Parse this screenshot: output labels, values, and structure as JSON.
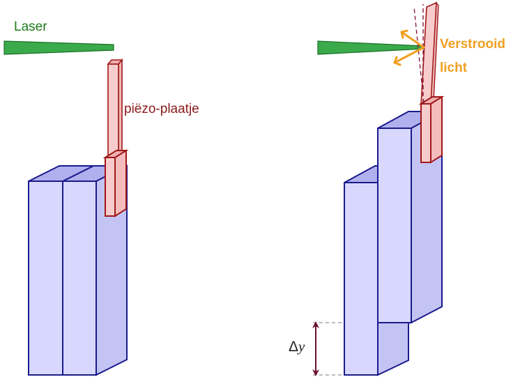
{
  "labels": {
    "laser": "Laser",
    "piezo": "piëzo-plaatje",
    "scattered_line1": "Verstrooid",
    "scattered_line2": "licht",
    "delta_prefix": "Δ",
    "delta_var": "y"
  },
  "colors": {
    "laser_fill": "#3aaa4a",
    "laser_stroke": "#1c6e26",
    "laser_text": "#1a7a1a",
    "block_front": "#d8d8ff",
    "block_side": "#c4c4f4",
    "block_top": "#b0b0ee",
    "block_stroke": "#1a1a8c",
    "piezo_fill": "#f8cccc",
    "piezo_stroke": "#a01818",
    "piezo_text": "#8b1a1a",
    "scatter": "#f0a020",
    "dashed": "#8b1a3a",
    "delta_arrow": "#6a1030"
  },
  "icons": {
    "scatter_arrows": "orange-double-arrow-icons",
    "delta_arrow": "double-headed-arrow-icon"
  }
}
